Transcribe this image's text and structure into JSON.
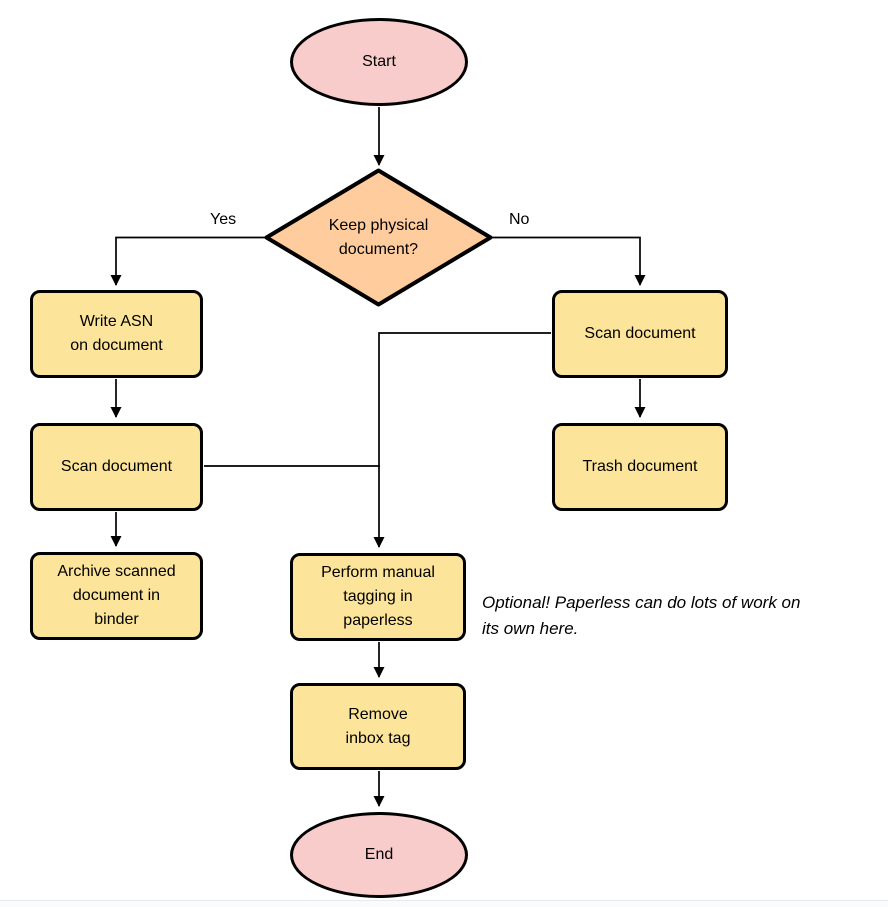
{
  "diagram": {
    "nodes": {
      "start": {
        "label": "Start",
        "shape": "terminator"
      },
      "decision": {
        "label": "Keep physical\ndocument?",
        "shape": "decision"
      },
      "write_asn": {
        "label": "Write ASN\non document",
        "shape": "process"
      },
      "scan_left": {
        "label": "Scan document",
        "shape": "process"
      },
      "archive": {
        "label": "Archive scanned\ndocument in\nbinder",
        "shape": "process"
      },
      "scan_right": {
        "label": "Scan document",
        "shape": "process"
      },
      "trash": {
        "label": "Trash document",
        "shape": "process"
      },
      "tagging": {
        "label": "Perform manual\ntagging in\npaperless",
        "shape": "process"
      },
      "remove_inbox": {
        "label": "Remove\ninbox tag",
        "shape": "process"
      },
      "end": {
        "label": "End",
        "shape": "terminator"
      }
    },
    "edge_labels": {
      "yes": "Yes",
      "no": "No"
    },
    "annotation": "Optional! Paperless can do lots of work on\nits own here.",
    "colors": {
      "terminator_fill": "#F8CCCB",
      "decision_fill": "#FFCC9E",
      "process_fill": "#FCE49B",
      "stroke": "#000000",
      "text": "#000000",
      "background": "#FFFFFF",
      "footer_strip": "#FAFBFC",
      "footer_line": "#E7E9EA"
    }
  }
}
